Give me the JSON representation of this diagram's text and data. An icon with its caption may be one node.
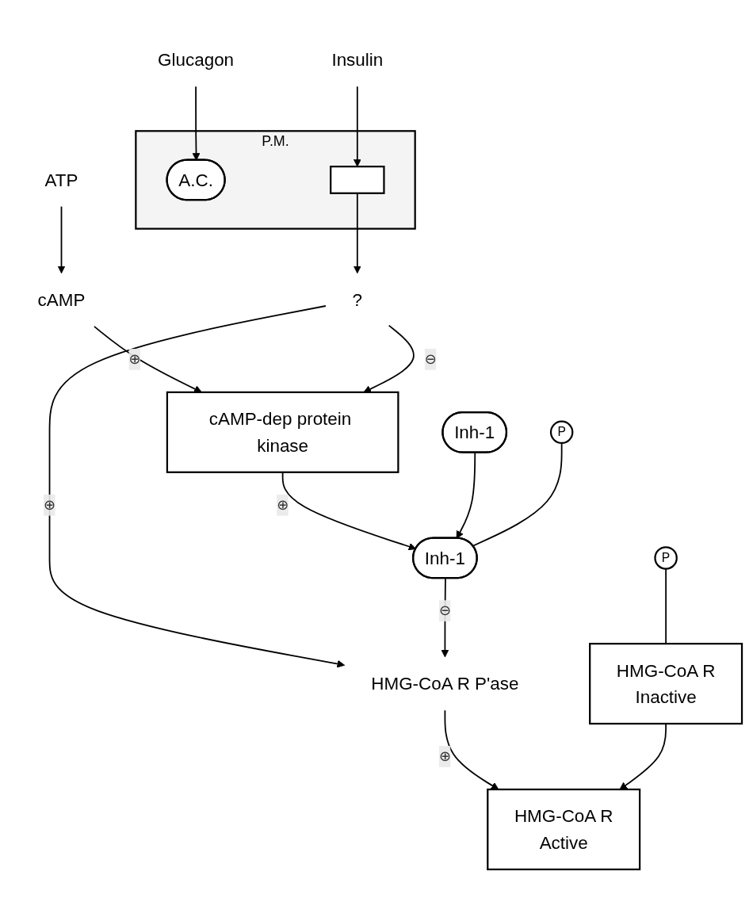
{
  "diagram": {
    "nodes": [
      {
        "text": [
          "Glucagon"
        ]
      },
      {
        "text": [
          "Insulin"
        ]
      },
      {
        "text": [
          "P.M."
        ]
      },
      {
        "text": [
          "A.C."
        ],
        "in": 2
      },
      {
        "text": [],
        "shape": "box",
        "in": 2
      },
      {
        "text": [
          "cAMP"
        ]
      },
      {
        "text": [
          "ATP"
        ]
      },
      {
        "text": [
          "?"
        ]
      },
      {
        "text": [
          "cAMP-dep protein kinase"
        ]
      },
      {
        "text": [
          "P"
        ]
      },
      {
        "text": [
          "Inh-1"
        ]
      },
      {
        "text": [
          "Inh-1"
        ]
      },
      {
        "text": [
          "HMG-CoA R P'ase"
        ]
      },
      {
        "text": [
          "P"
        ]
      },
      {
        "text": [
          "HMG-CoA R",
          "Inactive"
        ]
      },
      {
        "text": [
          "HMG-CoA R",
          "Active"
        ]
      }
    ],
    "edges": [
      {
        "from": 0,
        "to": 3,
        "arrow": "to"
      },
      {
        "from": 1,
        "to": 4,
        "arrow": "to"
      },
      {
        "from": 6,
        "to": 5,
        "arrow": "to"
      },
      {
        "from": 4,
        "to": 7,
        "arrow": "to"
      },
      {
        "from": 5,
        "to": 8,
        "arrow": "to",
        "label": "⊕"
      },
      {
        "from": 7,
        "to": 8,
        "arrow": "to",
        "label": "⊖"
      },
      {
        "from": 7,
        "to": 12,
        "arrow": "to",
        "label": "⊕"
      },
      {
        "from": 8,
        "to": 11,
        "arrow": "to",
        "label": "⊕"
      },
      {
        "from": 10,
        "to": 11,
        "arrow": "to"
      },
      {
        "from": 9,
        "to": 11,
        "arrow": "none"
      },
      {
        "from": 11,
        "to": 12,
        "arrow": "to",
        "label": "⊖"
      },
      {
        "from": 12,
        "to": 15,
        "arrow": "to",
        "label": "⊕"
      },
      {
        "from": 14,
        "to": 15,
        "arrow": "to"
      },
      {
        "from": 13,
        "to": 14,
        "arrow": "none"
      }
    ]
  }
}
